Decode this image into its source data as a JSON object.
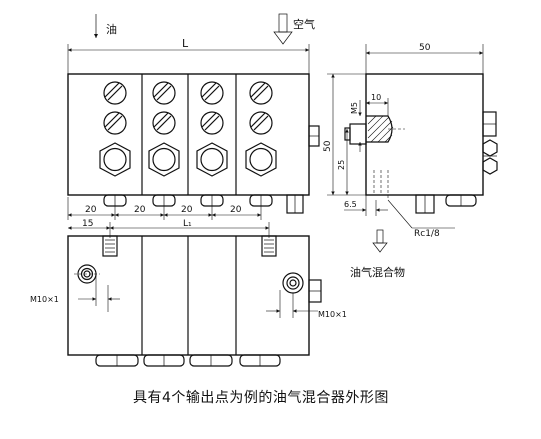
{
  "labels": {
    "oil": "油",
    "air": "空气",
    "mixture": "油气混合物",
    "caption": "具有4个输出点为例的油气混合器外形图"
  },
  "dimensions": {
    "overall_length": "L",
    "side_width": "50",
    "side_height": "50",
    "m5": "M5",
    "depth_10": "10",
    "height_25": "25",
    "offset_6_5": "6.5",
    "pitch_1": "20",
    "pitch_2": "20",
    "pitch_3": "20",
    "pitch_4": "20",
    "first_offset": "15",
    "outlet_span": "L₁",
    "thread_left": "M10×1",
    "thread_right": "M10×1",
    "pipe_thread": "Rc1/8"
  },
  "colors": {
    "line": "#111111",
    "background": "#ffffff"
  }
}
